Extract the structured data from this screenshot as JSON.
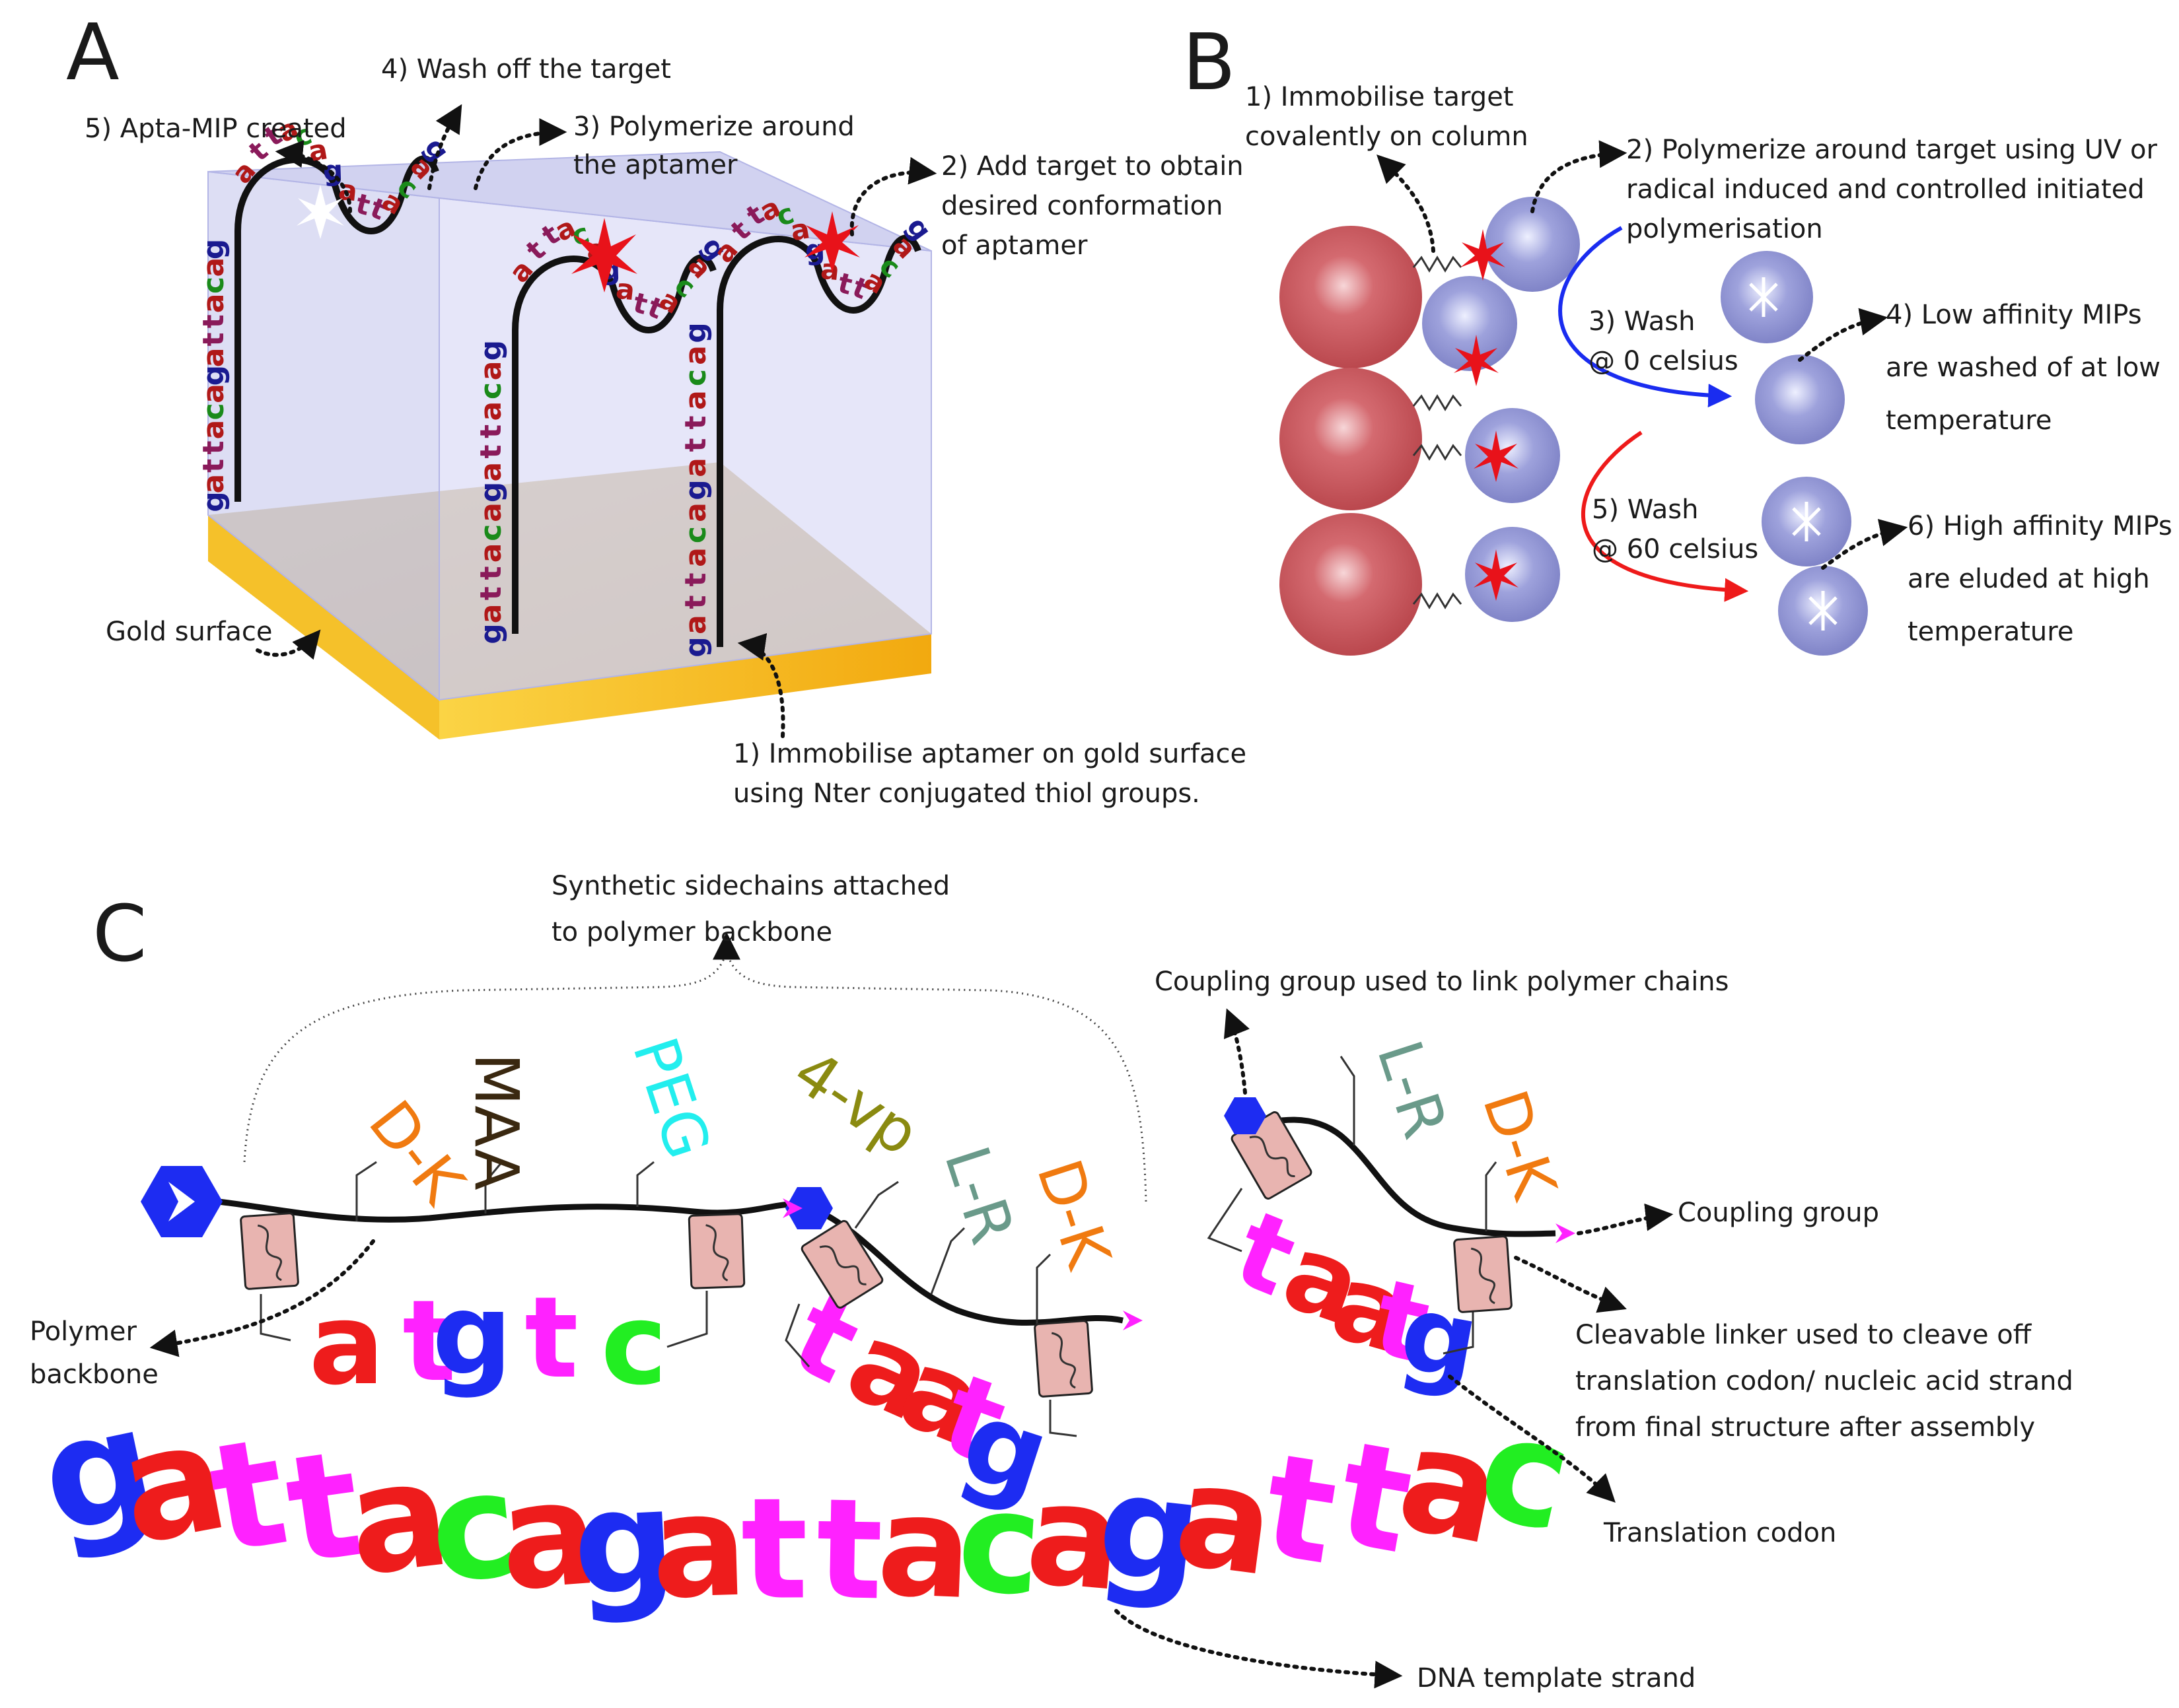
{
  "panels": {
    "a": "A",
    "b": "B",
    "c": "C"
  },
  "panel_a": {
    "step1_l1": "1) Immobilise aptamer on gold surface",
    "step1_l2": "using Nter conjugated thiol groups.",
    "step2_l1": "2) Add target to obtain",
    "step2_l2": "desired conformation",
    "step2_l3": "of aptamer",
    "step3_l1": "3) Polymerize around",
    "step3_l2": "the aptamer",
    "step4": "4) Wash off the target",
    "step5": "5) Apta-MIP created",
    "gold": "Gold surface",
    "aptamer_stem": "gattacagattacag",
    "aptamer_loop": "attacagattacag"
  },
  "panel_b": {
    "step1_l1": "1) Immobilise target",
    "step1_l2": "covalently on column",
    "step2_l1": "2) Polymerize around target using UV or",
    "step2_l2": "radical induced and controlled initiated",
    "step2_l3": "polymerisation",
    "step3_l1": "3) Wash",
    "step3_l2": "@ 0 celsius",
    "step4_l1": "4) Low affinity MIPs",
    "step4_l2": "are washed of at low",
    "step4_l3": "temperature",
    "step5_l1": "5) Wash",
    "step5_l2": "@ 60 celsius",
    "step6_l1": "6) High affinity MIPs",
    "step6_l2": "are eluded at high",
    "step6_l3": "temperature"
  },
  "panel_c": {
    "sidechains_l1": "Synthetic sidechains attached",
    "sidechains_l2": "to polymer backbone",
    "coupling_link": "Coupling group used to link polymer chains",
    "coupling": "Coupling group",
    "cleavable_l1": "Cleavable linker used to cleave off",
    "cleavable_l2": "translation codon/ nucleic acid strand",
    "cleavable_l3": "from final structure after assembly",
    "codon": "Translation codon",
    "template": "DNA template strand",
    "backbone_l1": "Polymer",
    "backbone_l2": "backbone",
    "side_dk1": "D-K",
    "side_maa": "MAA",
    "side_peg": "PEG",
    "side_4vp": "4-vp",
    "side_lr1": "L-R",
    "side_dk2": "D-K",
    "side_lr2": "L-R",
    "side_dk3": "D-K",
    "codon_row": "atgtc",
    "codon_mid": "taatg",
    "codon_right": "taatg",
    "template_seq": "gattacagattacagattac"
  },
  "colors": {
    "gold": "#f5c425",
    "bead_red": "#c8595f",
    "bead_blue": "#8d91d2",
    "target": "#e8121a",
    "nt_a": "#ee1c1c",
    "nt_t": "#ff22ff",
    "nt_g": "#1d2cf2",
    "nt_c": "#22ee22",
    "dk": "#f07a10",
    "maa": "#3a2810",
    "peg": "#22eeee",
    "vp": "#8a8a10",
    "lr": "#6a9a8a"
  }
}
